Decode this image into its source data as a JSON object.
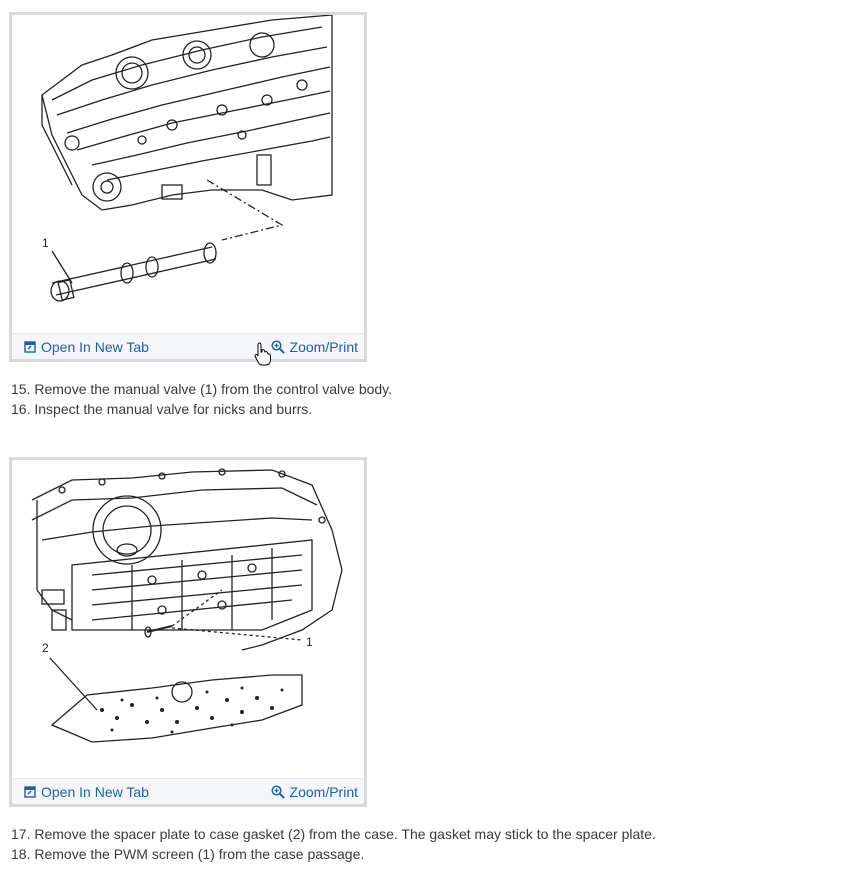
{
  "figures": [
    {
      "callouts": [
        "1"
      ],
      "open_label": "Open In New Tab",
      "zoom_label": "Zoom/Print"
    },
    {
      "callouts": [
        "2",
        "1"
      ],
      "open_label": "Open In New Tab",
      "zoom_label": "Zoom/Print"
    }
  ],
  "steps_a": [
    "15. Remove the manual valve (1) from the control valve body.",
    "16. Inspect the manual valve for nicks and burrs."
  ],
  "steps_b": [
    "17. Remove the spacer plate to case gasket (2) from the case. The gasket may stick to the spacer plate.",
    "18. Remove the PWM screen (1) from the case passage."
  ],
  "colors": {
    "link": "#1f5fa6",
    "frame": "#d9d9d9",
    "bar": "#f4f6fa"
  }
}
